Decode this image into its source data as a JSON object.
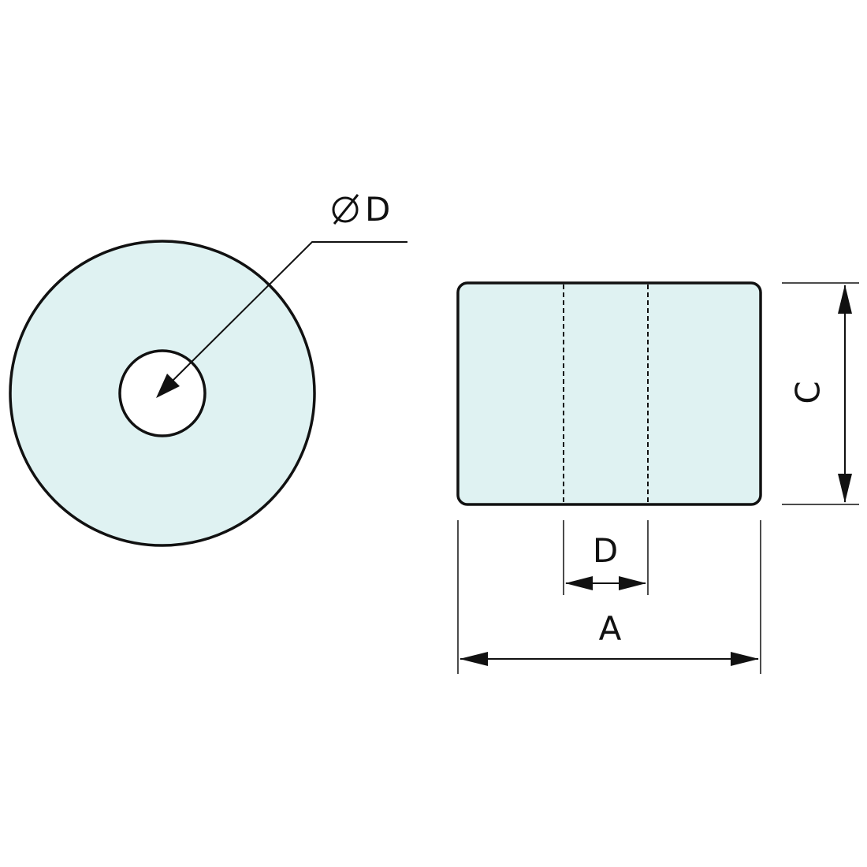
{
  "colors": {
    "part_fill": "#dff2f2",
    "outline": "#111111",
    "background": "#ffffff"
  },
  "front_view": {
    "diameter_label_symbol": "∅",
    "diameter_label_letter": "D"
  },
  "side_view": {
    "height_label": "C",
    "bore_label": "D",
    "width_label": "A"
  }
}
